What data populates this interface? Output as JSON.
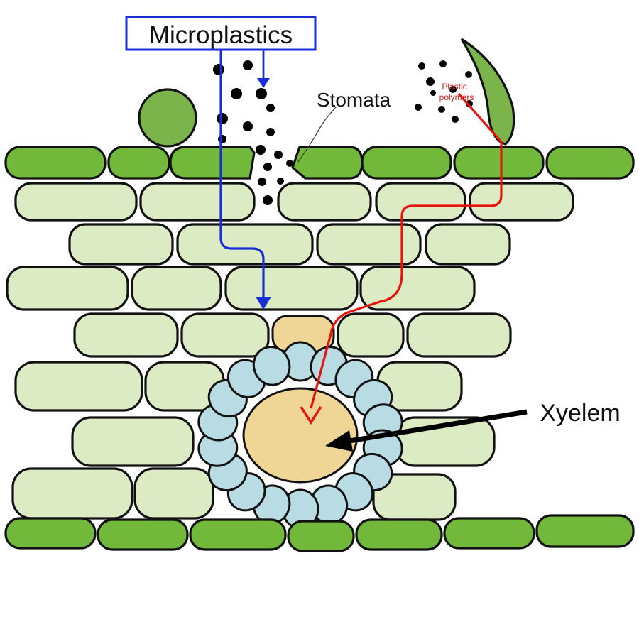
{
  "labels": {
    "microplastics": "Microplastics",
    "stomata": "Stomata",
    "plastic_polymers_line1": "Plastic",
    "plastic_polymers_line2": "polymers",
    "xylem": "Xyelem"
  },
  "colors": {
    "epidermis": "#72b83b",
    "mesophyll": "#dcebc4",
    "bundle_sheath": "#b8dbe4",
    "xylem": "#efd596",
    "microplastics_arrow": "#1a2ed6",
    "plastic_polymers_arrow": "#e8140c",
    "xylem_pointer": "#000000"
  }
}
